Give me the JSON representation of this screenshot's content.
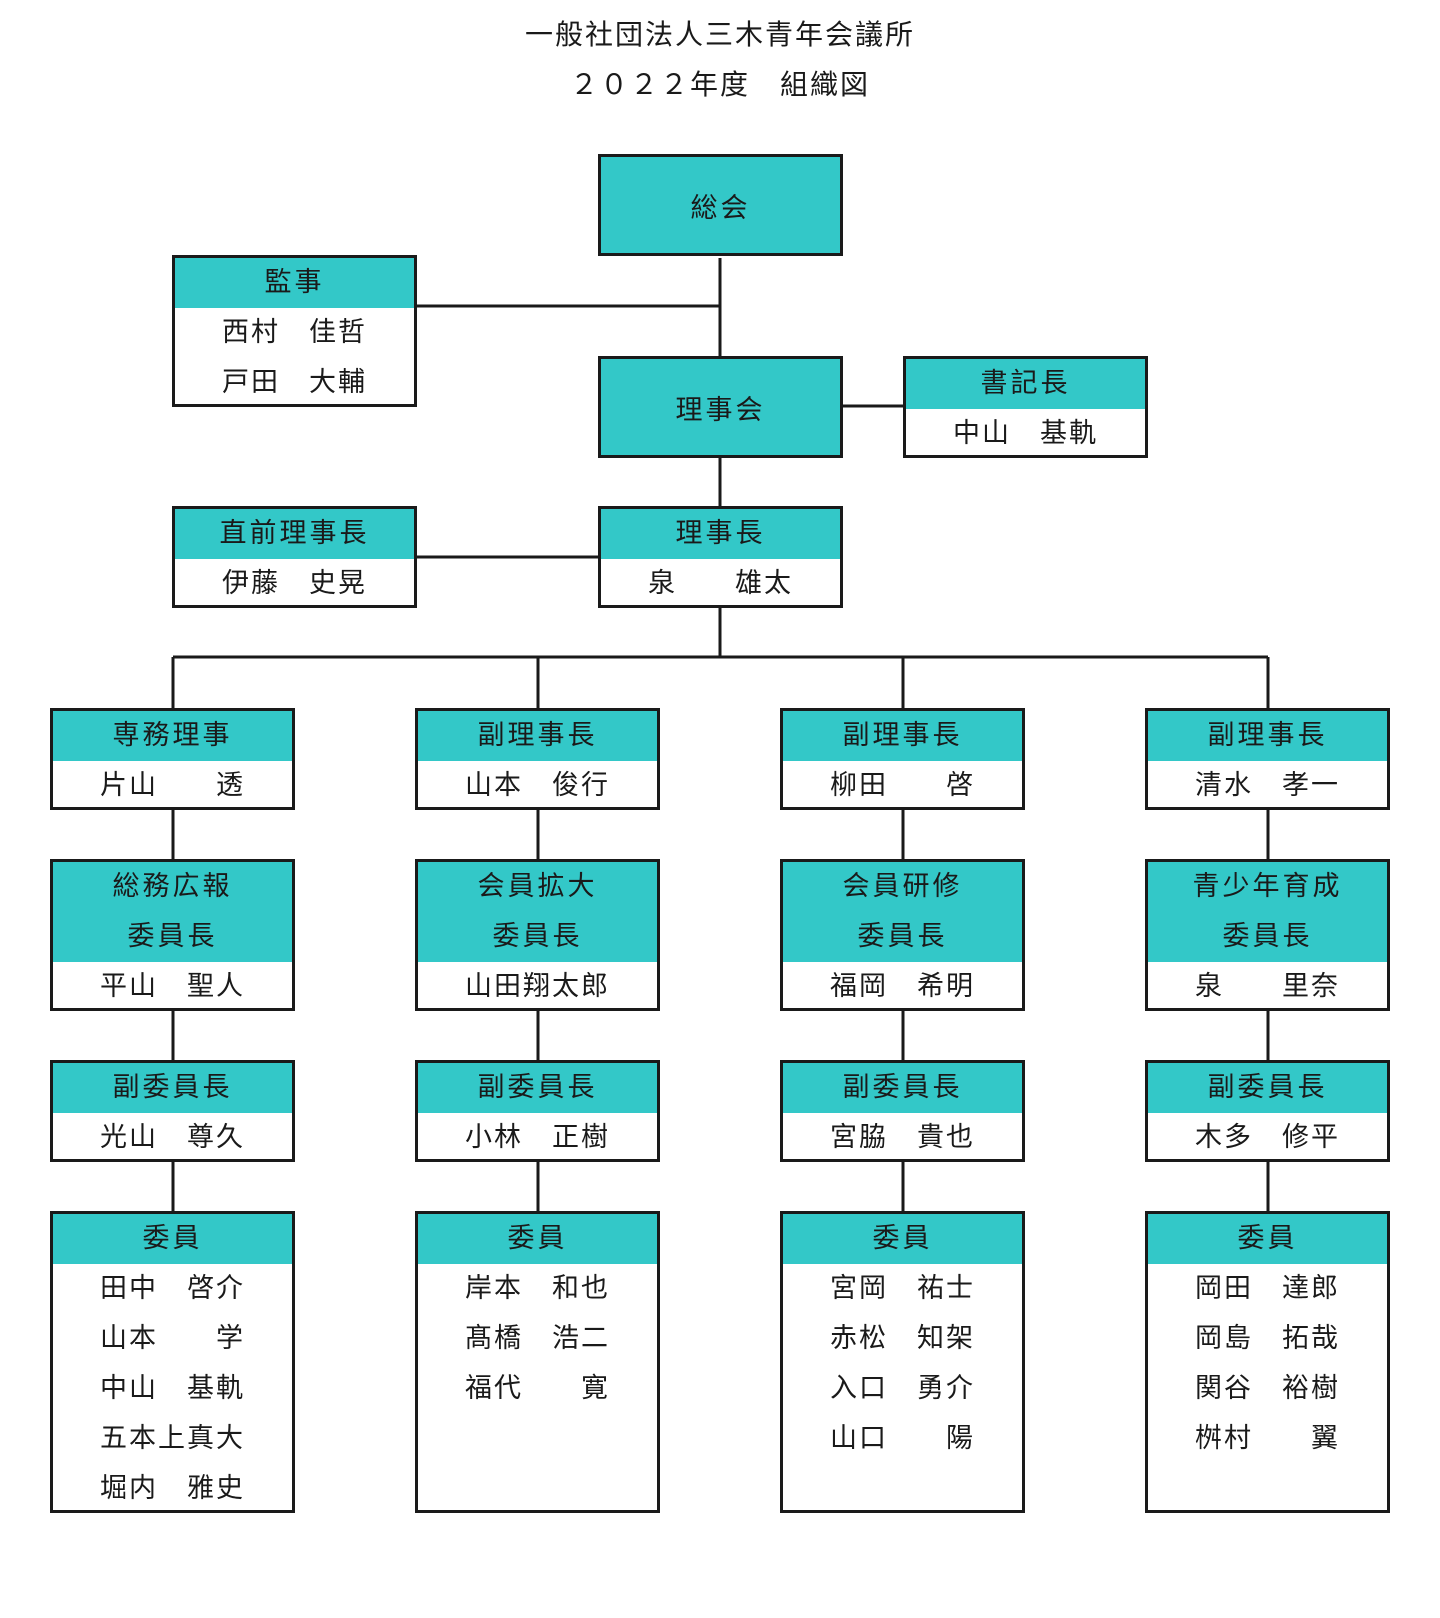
{
  "title": {
    "line1": "一般社団法人三木青年会議所",
    "line2": "２０２２年度　組織図"
  },
  "top": {
    "general_assembly": "総会",
    "board": "理事会"
  },
  "auditor": {
    "title": "監事",
    "members": [
      [
        "西村",
        "佳哲"
      ],
      [
        "戸田",
        "大輔"
      ]
    ]
  },
  "secretary": {
    "title": "書記長",
    "members": [
      [
        "中山",
        "基軌"
      ]
    ]
  },
  "past_president": {
    "title": "直前理事長",
    "members": [
      [
        "伊藤",
        "史晃"
      ]
    ]
  },
  "president": {
    "title": "理事長",
    "members": [
      [
        "泉",
        "雄太"
      ]
    ]
  },
  "columns": [
    {
      "officer": {
        "title": "専務理事",
        "members": [
          [
            "片山",
            "透"
          ]
        ]
      },
      "chair": {
        "title": [
          "総務広報",
          "委員長"
        ],
        "members": [
          [
            "平山",
            "聖人"
          ]
        ]
      },
      "vice": {
        "title": "副委員長",
        "members": [
          [
            "光山",
            "尊久"
          ]
        ]
      },
      "committee": {
        "title": "委員",
        "members": [
          [
            "田中",
            "啓介"
          ],
          [
            "山本",
            "学"
          ],
          [
            "中山",
            "基軌"
          ],
          [
            "五本上真大",
            ""
          ],
          [
            "堀内",
            "雅史"
          ]
        ]
      }
    },
    {
      "officer": {
        "title": "副理事長",
        "members": [
          [
            "山本",
            "俊行"
          ]
        ]
      },
      "chair": {
        "title": [
          "会員拡大",
          "委員長"
        ],
        "members": [
          [
            "山田翔太郎",
            ""
          ]
        ]
      },
      "vice": {
        "title": "副委員長",
        "members": [
          [
            "小林",
            "正樹"
          ]
        ]
      },
      "committee": {
        "title": "委員",
        "members": [
          [
            "岸本",
            "和也"
          ],
          [
            "髙橋",
            "浩二"
          ],
          [
            "福代",
            "寛"
          ]
        ]
      }
    },
    {
      "officer": {
        "title": "副理事長",
        "members": [
          [
            "柳田",
            "啓"
          ]
        ]
      },
      "chair": {
        "title": [
          "会員研修",
          "委員長"
        ],
        "members": [
          [
            "福岡",
            "希明"
          ]
        ]
      },
      "vice": {
        "title": "副委員長",
        "members": [
          [
            "宮脇",
            "貴也"
          ]
        ]
      },
      "committee": {
        "title": "委員",
        "members": [
          [
            "宮岡",
            "祐士"
          ],
          [
            "赤松",
            "知架"
          ],
          [
            "入口",
            "勇介"
          ],
          [
            "山口",
            "陽"
          ]
        ]
      }
    },
    {
      "officer": {
        "title": "副理事長",
        "members": [
          [
            "清水",
            "孝一"
          ]
        ]
      },
      "chair": {
        "title": [
          "青少年育成",
          "委員長"
        ],
        "members": [
          [
            "泉",
            "里奈"
          ]
        ]
      },
      "vice": {
        "title": "副委員長",
        "members": [
          [
            "木多",
            "修平"
          ]
        ]
      },
      "committee": {
        "title": "委員",
        "members": [
          [
            "岡田",
            "達郎"
          ],
          [
            "岡島",
            "拓哉"
          ],
          [
            "関谷",
            "裕樹"
          ],
          [
            "桝村",
            "翼"
          ]
        ]
      }
    }
  ]
}
